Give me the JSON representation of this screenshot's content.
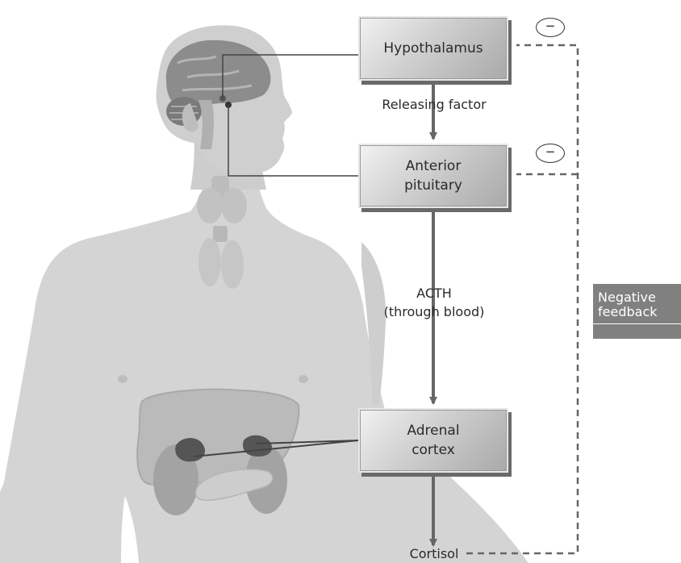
{
  "boxes": {
    "hypothalamus": "Hypothalamus",
    "anterior_pituitary_line1": "Anterior",
    "anterior_pituitary_line2": "pituitary",
    "adrenal_cortex_line1": "Adrenal",
    "adrenal_cortex_line2": "cortex"
  },
  "labels": {
    "releasing_factor": "Releasing factor",
    "acth_line1": "ACTH",
    "acth_line2": "(through blood)",
    "cortisol": "Cortisol"
  },
  "feedback": {
    "line1": "Negative",
    "line2": "feedback",
    "inhibition_symbol": "−"
  },
  "colors": {
    "arrow": "#666666",
    "box_shadow": "#6a6a6a",
    "feedback_box": "#808080"
  }
}
